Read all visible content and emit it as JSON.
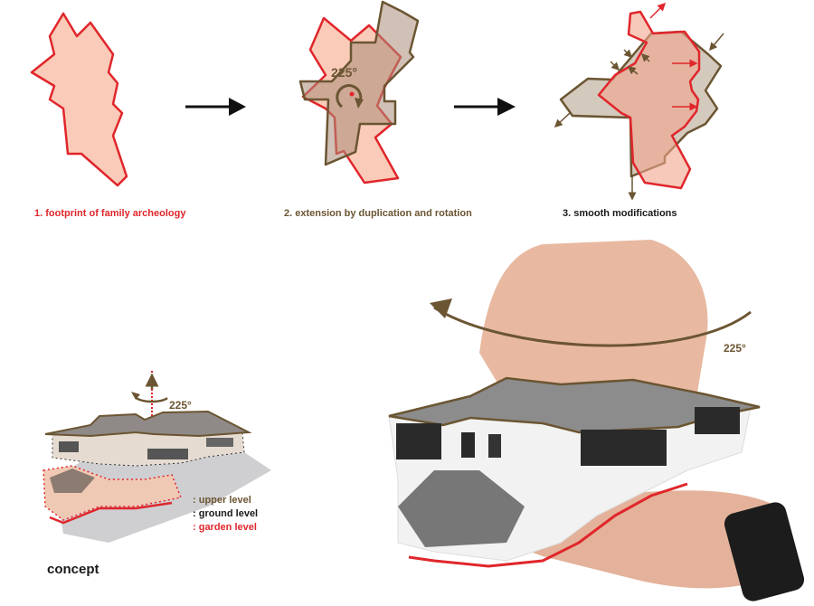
{
  "steps": [
    {
      "label": "1. footprint of family archeology"
    },
    {
      "label": "2. extension by duplication and rotation",
      "angle": "225°"
    },
    {
      "label": "3. smooth modifications"
    }
  ],
  "model": {
    "angle_small": "225°",
    "angle_large": "225°",
    "caption": "concept",
    "legend": [
      {
        "label": ": upper level",
        "color": "#6b5532"
      },
      {
        "label": ": ground level",
        "color": "#1a1a1a"
      },
      {
        "label": ": garden level",
        "color": "#e0262b"
      }
    ]
  },
  "colors": {
    "red": "#e0262b",
    "brown": "#6b5532",
    "pink_fill": "#f9cbb8",
    "brown_fill": "#d9b39b",
    "gray_fill": "#d4c9bd"
  }
}
